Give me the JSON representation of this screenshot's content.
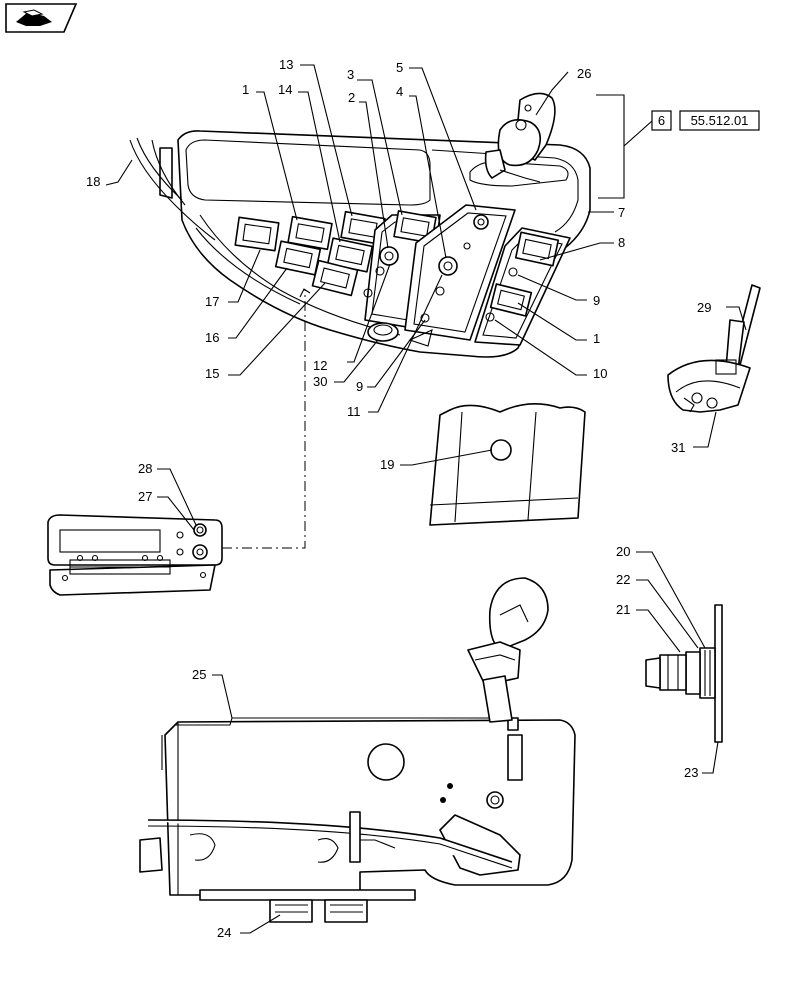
{
  "reference": {
    "section": "6",
    "page": "55.512.01"
  },
  "callouts": [
    {
      "id": "c13",
      "label": "13"
    },
    {
      "id": "c3",
      "label": "3"
    },
    {
      "id": "c5",
      "label": "5"
    },
    {
      "id": "c26",
      "label": "26"
    },
    {
      "id": "c1a",
      "label": "1"
    },
    {
      "id": "c14",
      "label": "14"
    },
    {
      "id": "c2",
      "label": "2"
    },
    {
      "id": "c4",
      "label": "4"
    },
    {
      "id": "c18",
      "label": "18"
    },
    {
      "id": "c7",
      "label": "7"
    },
    {
      "id": "c8",
      "label": "8"
    },
    {
      "id": "c17",
      "label": "17"
    },
    {
      "id": "c9a",
      "label": "9"
    },
    {
      "id": "c29",
      "label": "29"
    },
    {
      "id": "c16",
      "label": "16"
    },
    {
      "id": "c1b",
      "label": "1"
    },
    {
      "id": "c15",
      "label": "15"
    },
    {
      "id": "c12",
      "label": "12"
    },
    {
      "id": "c10",
      "label": "10"
    },
    {
      "id": "c30",
      "label": "30"
    },
    {
      "id": "c9b",
      "label": "9"
    },
    {
      "id": "c11",
      "label": "11"
    },
    {
      "id": "c31",
      "label": "31"
    },
    {
      "id": "c19",
      "label": "19"
    },
    {
      "id": "c28",
      "label": "28"
    },
    {
      "id": "c27",
      "label": "27"
    },
    {
      "id": "c20",
      "label": "20"
    },
    {
      "id": "c22",
      "label": "22"
    },
    {
      "id": "c21",
      "label": "21"
    },
    {
      "id": "c25",
      "label": "25"
    },
    {
      "id": "c23",
      "label": "23"
    },
    {
      "id": "c24",
      "label": "24"
    }
  ],
  "icons": {
    "nav": "book-hand-icon"
  }
}
